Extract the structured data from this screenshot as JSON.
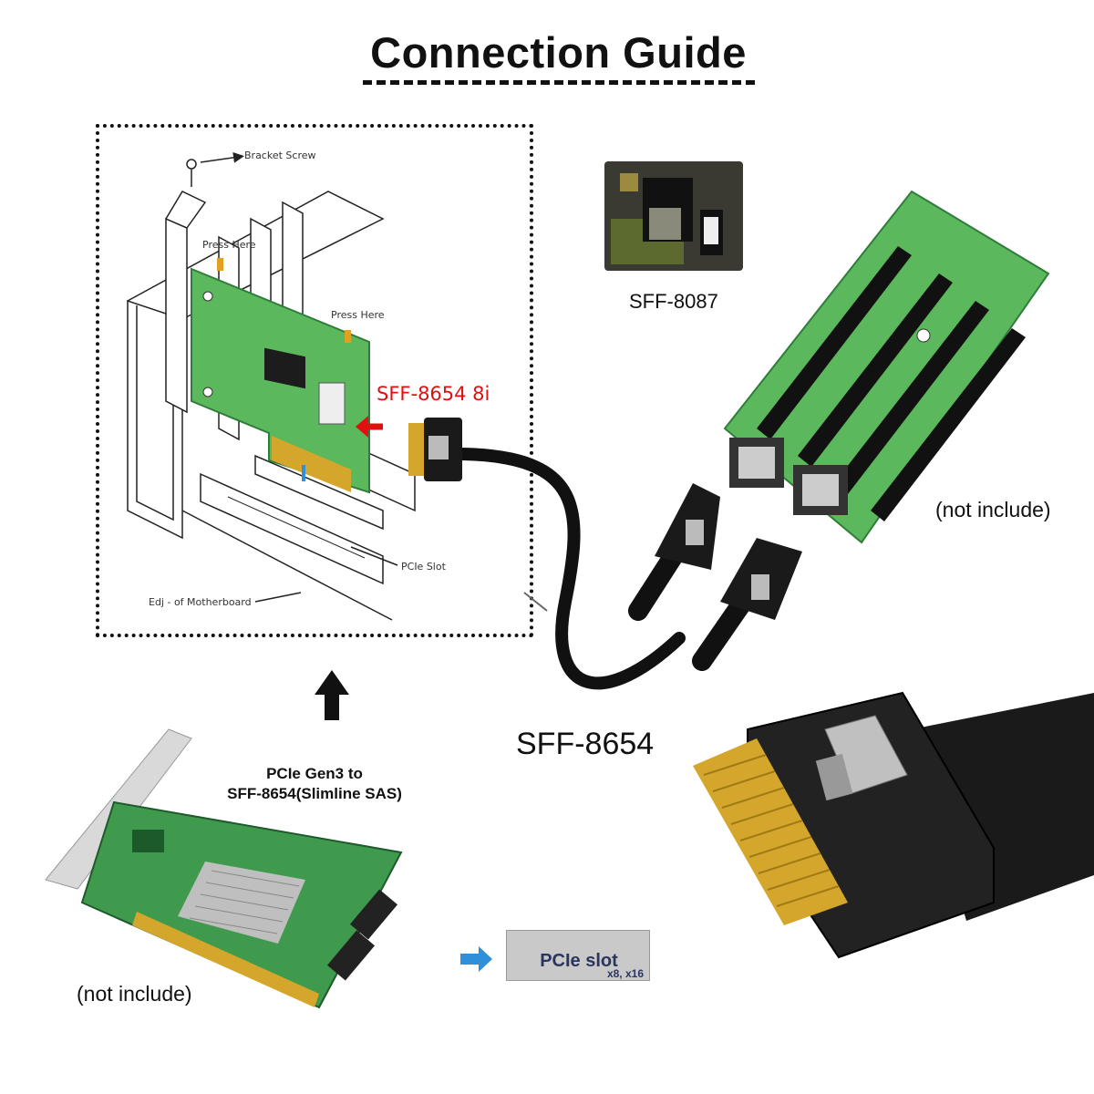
{
  "title": "Connection Guide",
  "labels": {
    "sff8087": "SFF-8087",
    "sff8654_8i": "SFF-8654 8i",
    "sff8654": "SFF-8654",
    "not_include_right": "(not include)",
    "not_include_left": "(not include)",
    "pcie_gen3_line1": "PCIe Gen3 to",
    "pcie_gen3_line2": "SFF-8654(Slimline SAS)",
    "bracket_screw": "Bracket Screw",
    "press_here_1": "Press Here",
    "press_here_2": "Press Here",
    "pcie_slot_small": "PCIe Slot",
    "edge_of_motherboard": "Edj - of Motherboard",
    "pcie_slot_badge": "PCIe slot",
    "pcie_slot_badge_sub": "x8, x16"
  },
  "colors": {
    "pcb_green": "#5cb85c",
    "pcb_dark": "#2f7d3a",
    "cable_black": "#111111",
    "accent_red": "#e01010",
    "arrow_blue": "#2f8fd8",
    "gold_pins": "#d4a72c"
  }
}
